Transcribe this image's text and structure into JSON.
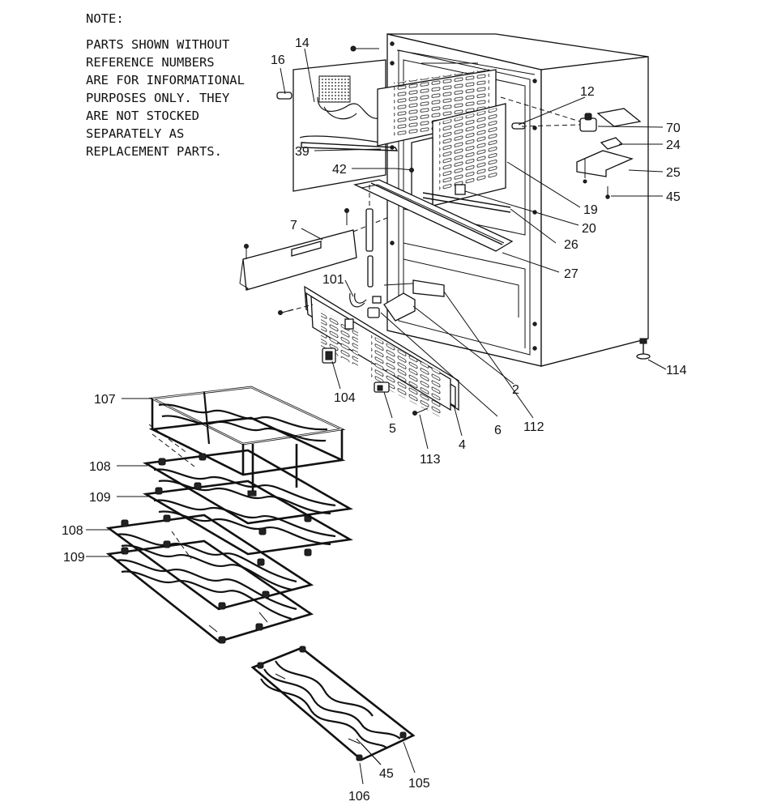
{
  "note": {
    "title": "NOTE:",
    "lines": [
      "PARTS SHOWN WITHOUT",
      "REFERENCE NUMBERS",
      "ARE FOR INFORMATIONAL",
      "PURPOSES ONLY. THEY",
      "ARE NOT STOCKED",
      "SEPARATELY AS",
      "REPLACEMENT PARTS."
    ]
  },
  "callouts": {
    "c14": "14",
    "c16": "16",
    "c12": "12",
    "c70": "70",
    "c24": "24",
    "c25": "25",
    "c45a": "45",
    "c39": "39",
    "c42": "42",
    "c19": "19",
    "c20": "20",
    "c26": "26",
    "c27": "27",
    "c7": "7",
    "c101": "101",
    "c104": "104",
    "c114": "114",
    "c2": "2",
    "c6": "6",
    "c112": "112",
    "c5": "5",
    "c113": "113",
    "c4": "4",
    "c107": "107",
    "c108a": "108",
    "c109a": "109",
    "c108b": "108",
    "c109b": "109",
    "c45b": "45",
    "c105": "105",
    "c106": "106"
  }
}
